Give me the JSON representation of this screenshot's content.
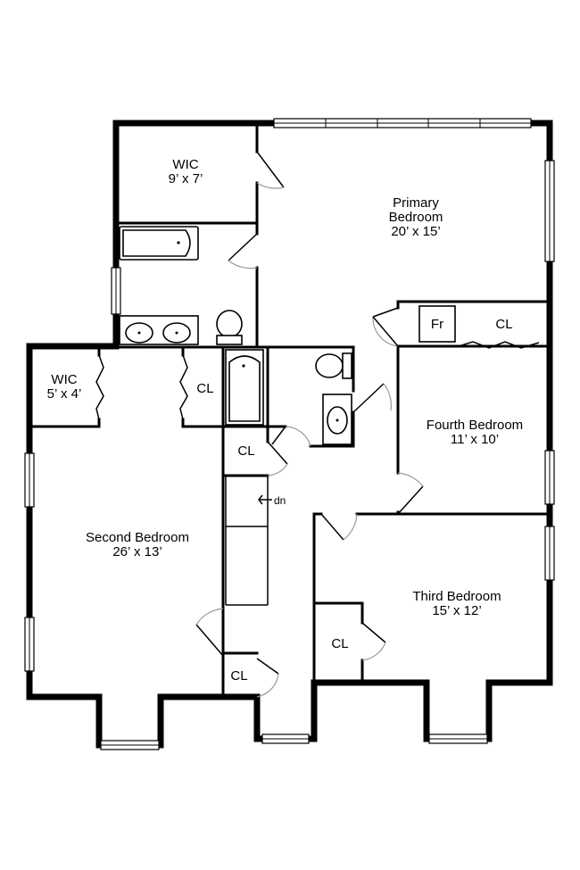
{
  "rooms": {
    "primary": {
      "name_line1": "Primary",
      "name_line2": "Bedroom",
      "size": "20’ x 15’"
    },
    "wic_top": {
      "name": "WIC",
      "size": "9’ x 7’"
    },
    "wic_left": {
      "name": "WIC",
      "size": "5’ x 4’"
    },
    "second": {
      "name": "Second Bedroom",
      "size": "26’ x 13’"
    },
    "fourth": {
      "name": "Fourth Bedroom",
      "size": "11’ x 10’"
    },
    "third": {
      "name": "Third Bedroom",
      "size": "15’ x 12’"
    }
  },
  "closets": {
    "primary_cl": "CL",
    "fridge": "Fr",
    "second_cl": "CL",
    "hall_cl": "CL",
    "third_cl": "CL",
    "lower_cl": "CL"
  },
  "stairs": {
    "label": "dn"
  }
}
